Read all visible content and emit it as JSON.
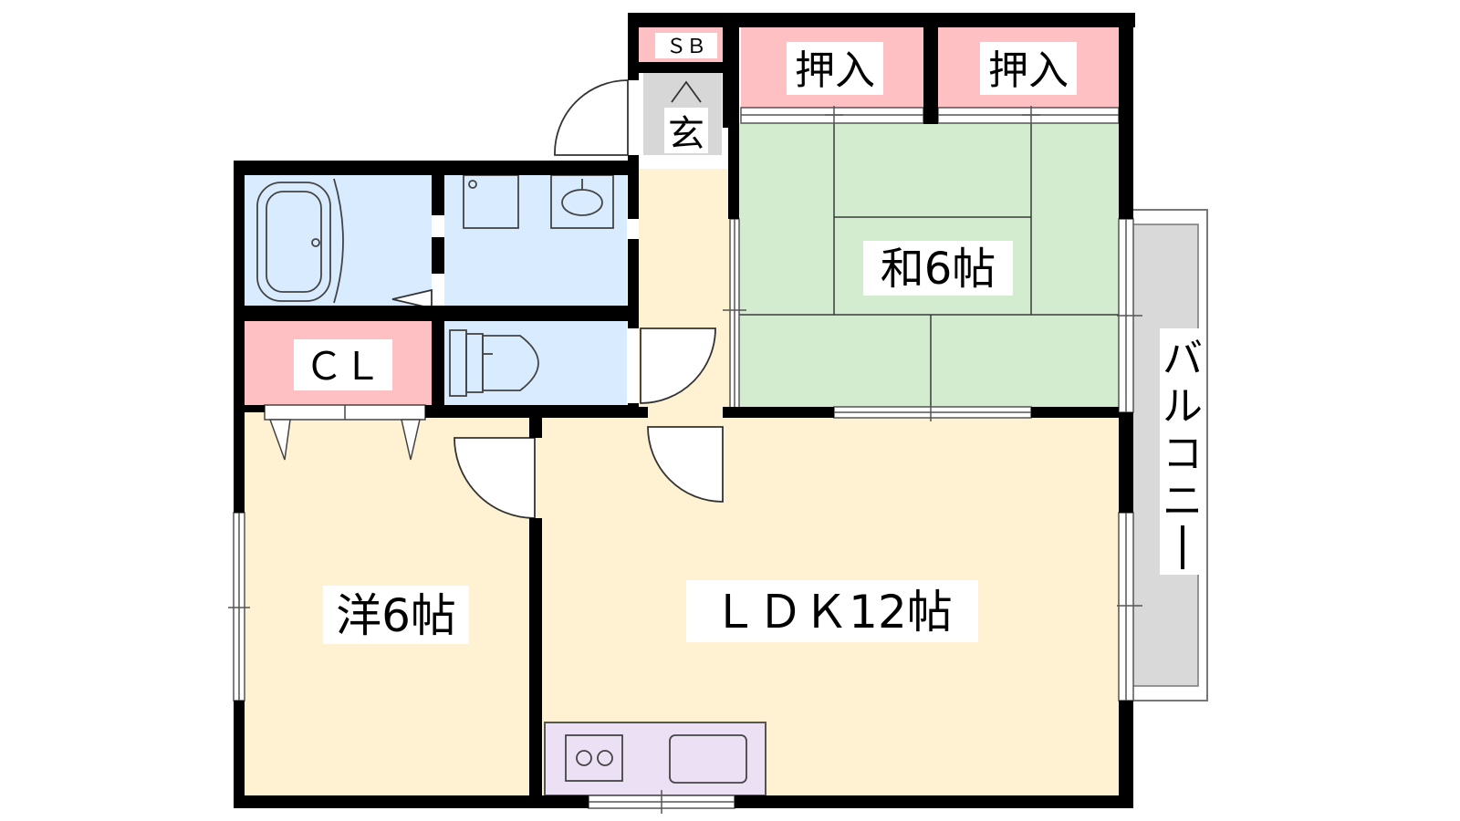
{
  "labels": {
    "sb": "ＳＢ",
    "genkan": "玄",
    "oshiire_1": "押入",
    "oshiire_2": "押入",
    "washitsu": "和6帖",
    "closet": "ＣＬ",
    "youshitsu": "洋6帖",
    "ldk": "ＬＤＫ12帖",
    "balcony": [
      "バ",
      "ル",
      "コ",
      "ニ",
      "ー"
    ]
  },
  "colors": {
    "wall": "#000000",
    "washitsu": "#d3ecd0",
    "storage": "#ffc0c4",
    "wet_area": "#d9ecff",
    "floor": "#fff2d2",
    "kitchen": "#ece0f4",
    "balcony": "#d9d9d9",
    "genkan": "#d7d7d7"
  }
}
